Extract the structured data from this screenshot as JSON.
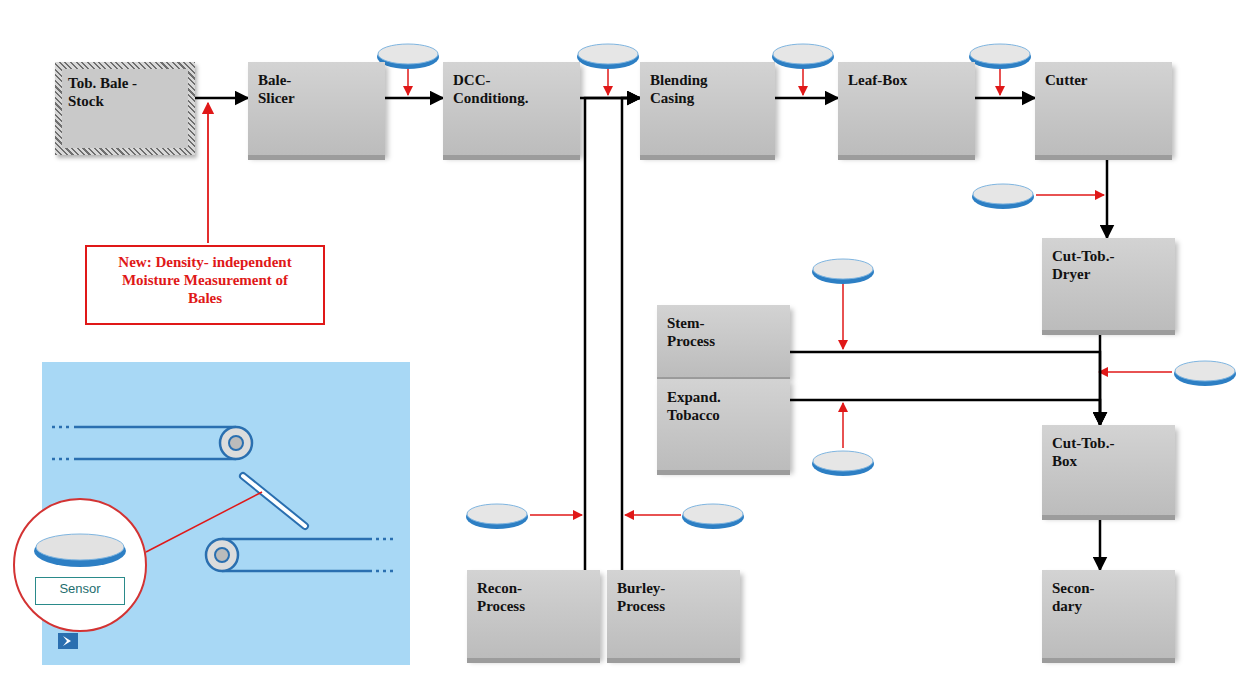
{
  "diagram": {
    "nodes": [
      {
        "text": [
          "Tob. Bale -Stock"
        ]
      },
      {
        "text": [
          "Bale- Slicer"
        ]
      },
      {
        "text": [
          "DCC- Conditiong."
        ]
      },
      {
        "text": [
          "Blending Casing"
        ]
      },
      {
        "text": [
          "Leaf-Box"
        ]
      },
      {
        "text": [
          "Cutter"
        ]
      },
      {
        "text": [
          "Cut-Tob.- Dryer"
        ]
      },
      {
        "text": [
          "Stem- Process"
        ]
      },
      {
        "text": [
          "Expand. Tobacco"
        ]
      },
      {
        "text": [
          "Cut-Tob.- Box"
        ]
      },
      {
        "text": [
          "Recon- Process"
        ]
      },
      {
        "text": [
          "Burley- Process"
        ]
      },
      {
        "text": [
          "Secon- dary"
        ]
      },
      {
        "text": [
          "New: Density- independent Moisture Measurement of Bales"
        ]
      },
      {
        "text": [
          "Sensor"
        ]
      }
    ],
    "edges": [
      {
        "from": 0,
        "to": 1,
        "arrow": "to"
      },
      {
        "from": 1,
        "to": 2,
        "arrow": "to"
      },
      {
        "from": 2,
        "to": 3,
        "arrow": "to"
      },
      {
        "from": 3,
        "to": 4,
        "arrow": "to"
      },
      {
        "from": 4,
        "to": 5,
        "arrow": "to"
      },
      {
        "from": 5,
        "to": 6,
        "arrow": "to"
      },
      {
        "from": 6,
        "to": 9,
        "arrow": "to"
      },
      {
        "from": 7,
        "to": 9,
        "arrow": "to"
      },
      {
        "from": 8,
        "to": 9,
        "arrow": "to"
      },
      {
        "from": 9,
        "to": 12,
        "arrow": "to"
      },
      {
        "from": 10,
        "to": 3,
        "arrow": "to"
      },
      {
        "from": 11,
        "to": 3,
        "arrow": "to"
      }
    ]
  }
}
